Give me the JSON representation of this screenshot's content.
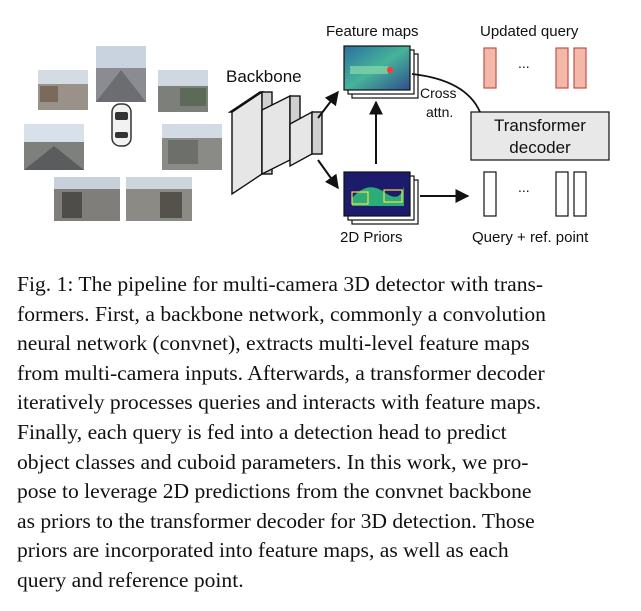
{
  "figure": {
    "labels": {
      "backbone": "Backbone",
      "feature_maps": "Feature maps",
      "updated_query": "Updated query",
      "cross_attn_line1": "Cross",
      "cross_attn_line2": "attn.",
      "decoder_line1": "Transformer",
      "decoder_line2": "decoder",
      "priors": "2D Priors",
      "query_ref": "Query + ref. point",
      "ellipsis_top": "...",
      "ellipsis_bottom": "..."
    },
    "colors": {
      "query_fill": "#f4b8a8",
      "query_stroke": "#c0504d",
      "decoder_fill": "#e8e8e8",
      "feature_map": "#3fa7a0",
      "prior_map": "#1d1b6b",
      "prior_highlight": "#2fd27a"
    }
  },
  "caption": {
    "lines": [
      "Fig. 1: The pipeline for multi-camera 3D detector with trans-",
      "formers. First, a backbone network, commonly a convolution",
      "neural network (convnet), extracts multi-level feature maps",
      "from multi-camera inputs. Afterwards, a transformer decoder",
      "iteratively processes queries and interacts with feature maps.",
      "Finally, each query is fed into a detection head to predict",
      "object classes and cuboid parameters. In this work, we pro-",
      "pose to leverage 2D predictions from the convnet backbone",
      "as priors to the transformer decoder for 3D detection. Those",
      "priors are incorporated into feature maps, as well as each",
      "query and reference point."
    ]
  }
}
